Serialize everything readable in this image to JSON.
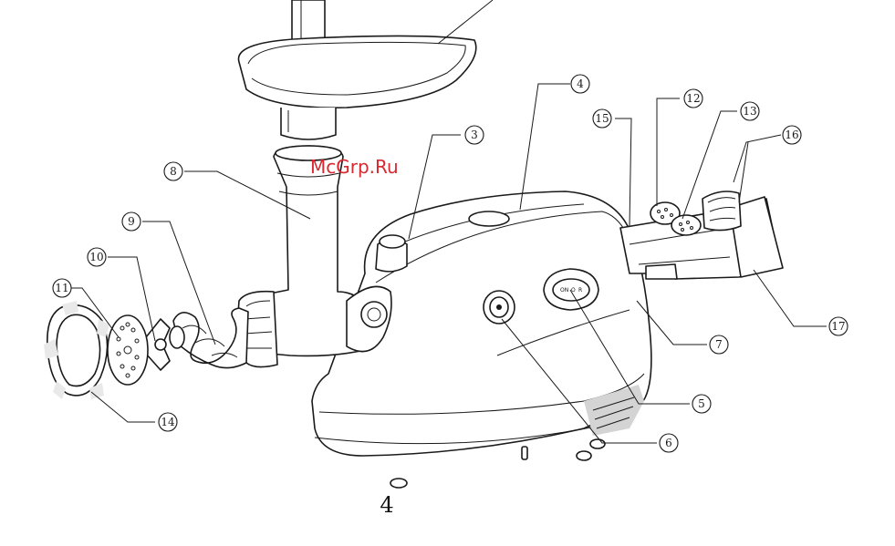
{
  "watermark": "McGrp.Ru",
  "page_number": "4",
  "switch_labels": {
    "on": "ON",
    "off": "O",
    "reverse": "R"
  },
  "callouts": [
    {
      "id": "3",
      "label": "3"
    },
    {
      "id": "4",
      "label": "4"
    },
    {
      "id": "5",
      "label": "5"
    },
    {
      "id": "6",
      "label": "6"
    },
    {
      "id": "7",
      "label": "7"
    },
    {
      "id": "8",
      "label": "8"
    },
    {
      "id": "9",
      "label": "9"
    },
    {
      "id": "10",
      "label": "10"
    },
    {
      "id": "11",
      "label": "11"
    },
    {
      "id": "12",
      "label": "12"
    },
    {
      "id": "13",
      "label": "13"
    },
    {
      "id": "14",
      "label": "14"
    },
    {
      "id": "15",
      "label": "15"
    },
    {
      "id": "16",
      "label": "16"
    },
    {
      "id": "17",
      "label": "17"
    }
  ]
}
